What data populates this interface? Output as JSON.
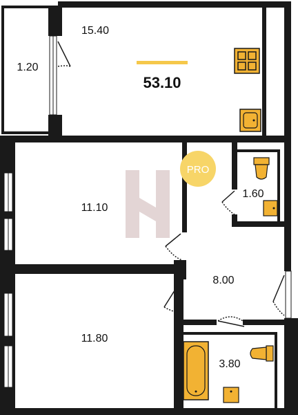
{
  "plan": {
    "total_area": "53.10",
    "badge_text": "PRO",
    "rooms": {
      "kitchen_living": "15.40",
      "balcony": "1.20",
      "bedroom_1": "11.10",
      "bedroom_2": "11.80",
      "hallway": "8.00",
      "toilet": "1.60",
      "bathroom": "3.80"
    },
    "colors": {
      "wall": "#1a1a1a",
      "fixture": "#f2b233",
      "accent_bar": "#f5c84a",
      "badge": "#f7d568",
      "watermark": "#e3d5d5"
    },
    "icons": [
      "stove-icon",
      "sink-icon",
      "toilet-icon",
      "bathtub-icon",
      "door-swing-icon",
      "window-icon",
      "watermark-logo"
    ]
  }
}
